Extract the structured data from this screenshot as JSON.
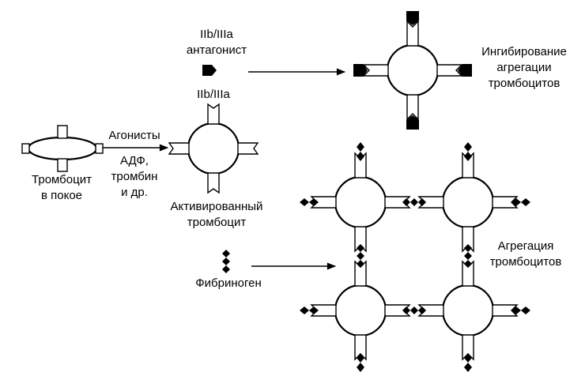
{
  "labels": {
    "antagonist_line1": "IIb/IIIa",
    "antagonist_line2": "антагонист",
    "receptor": "IIb/IIIa",
    "inhibition_line1": "Ингибирование",
    "inhibition_line2": "агрегации",
    "inhibition_line3": "тромбоцитов",
    "agonists_line1": "Агонисты",
    "agonists_line2": "АДФ,",
    "agonists_line3": "тромбин",
    "agonists_line4": "и др.",
    "resting_line1": "Тромбоцит",
    "resting_line2": "в покое",
    "activated_line1": "Активированный",
    "activated_line2": "тромбоцит",
    "fibrinogen": "Фибриноген",
    "aggregation_line1": "Агрегация",
    "aggregation_line2": "тромбоцитов"
  },
  "colors": {
    "ink": "#000000",
    "paper": "#ffffff"
  }
}
